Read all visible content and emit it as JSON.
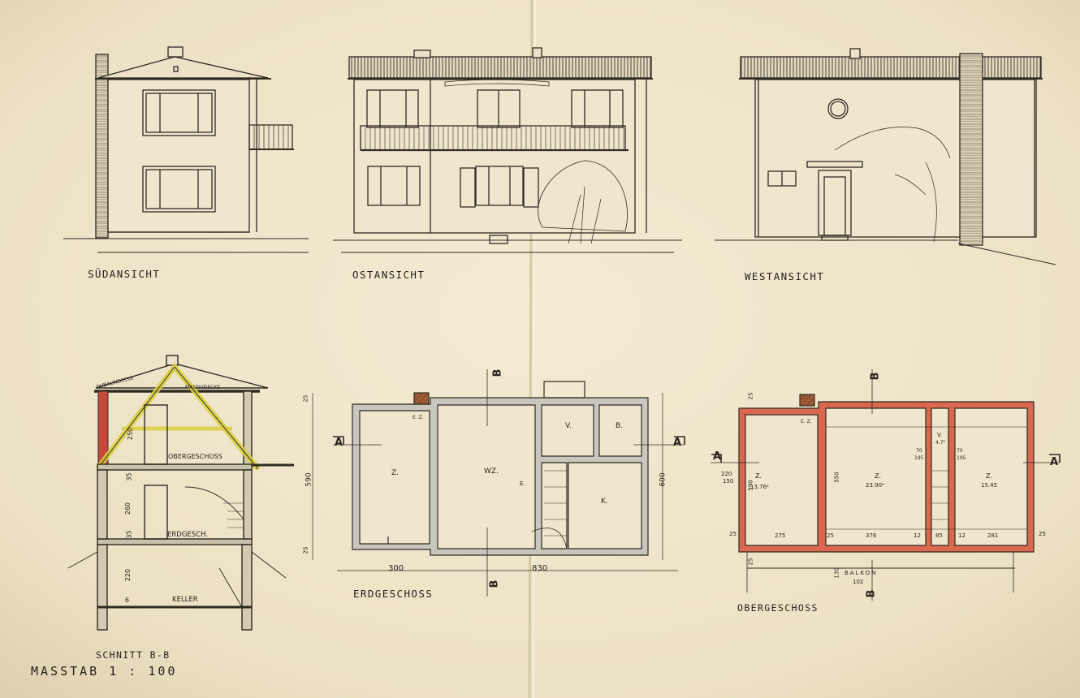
{
  "views": {
    "south": "SÜDANSICHT",
    "east": "OSTANSICHT",
    "west": "WESTANSICHT",
    "section": "SCHNITT B-B",
    "ground_floor": "ERDGESCHOSS",
    "upper_floor": "OBERGESCHOSS"
  },
  "scale": "MASSTAB  1 : 100",
  "section_labels": {
    "roof_top": "DUBALINDECKE",
    "massive": "MASSIVDECKE",
    "upper": "OBERGESCHOSS",
    "ground": "ERDGESCH.",
    "cellar": "KELLER",
    "dim_upper": "250",
    "dim_mid1": "35",
    "dim_ground": "260",
    "dim_mid2": "35",
    "dim_cellar": "220",
    "dim_base": "6"
  },
  "ground_floor_plan": {
    "marker_a_left": "A",
    "marker_a_right": "A",
    "marker_b_top": "B",
    "marker_b_bottom": "B",
    "room_z": "Z.",
    "room_wz": "WZ.",
    "room_v": "V.",
    "room_b": "B.",
    "room_k": "K.",
    "chimney": "E. Z.",
    "stove": "E.",
    "dim_width_left": "300",
    "dim_width_total": "830",
    "dim_height_left": "590",
    "dim_height_right": "600",
    "dim_top_left": "25",
    "dim_bottom_left": "25"
  },
  "upper_floor_plan": {
    "marker_a_left": "A",
    "marker_a_right": "A",
    "marker_b_top": "B",
    "marker_b_bottom": "B",
    "room1": "Z.",
    "room1_area": "13.76²",
    "room2": "Z.",
    "room2_area": "23.90²",
    "room3": "Z.",
    "room3_area": "15.45",
    "room_v": "V.",
    "room_v_area": "4.7²",
    "chimney": "E. Z.",
    "dim_a": "25",
    "dim_b": "275",
    "dim_c": "25",
    "dim_d": "376",
    "dim_e": "12",
    "dim_f": "85",
    "dim_g": "12",
    "dim_h": "281",
    "dim_i": "25",
    "dim_j": "25",
    "dim_k": "550",
    "dim_l": "590",
    "dim_m": "220",
    "dim_n": "150",
    "dim_o": "70",
    "dim_p": "195",
    "dim_q": "70",
    "dim_r": "195",
    "dim_s": "130",
    "dim_t": "102",
    "dim_u": "25",
    "balcony": "BALKON"
  }
}
